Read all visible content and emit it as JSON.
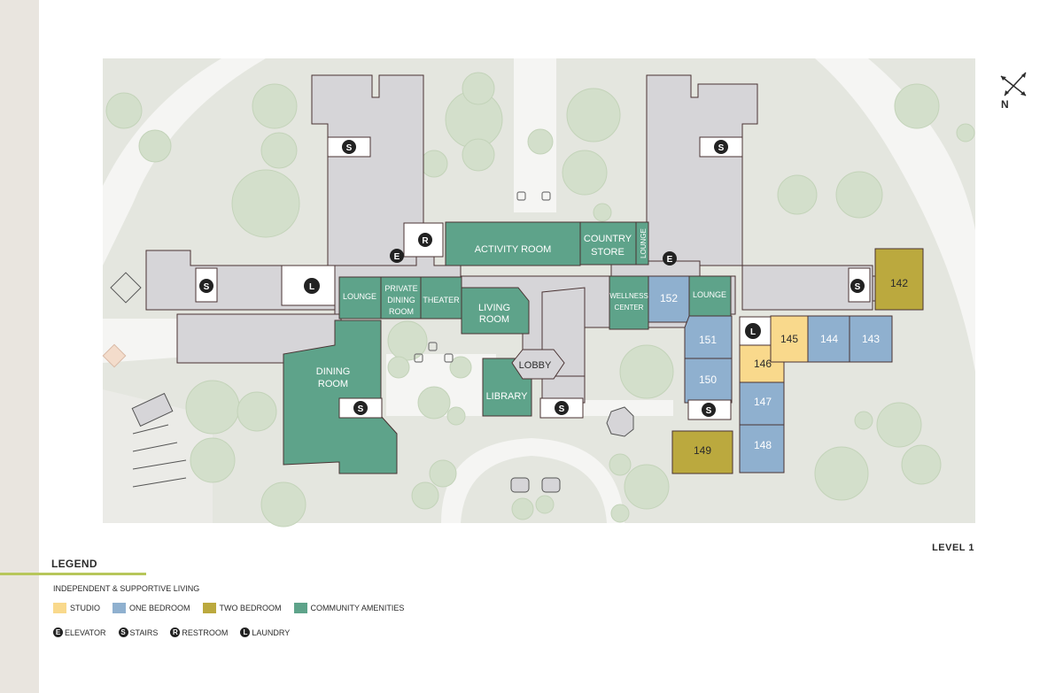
{
  "page": {
    "level_label": "LEVEL 1",
    "compass_label": "N"
  },
  "rooms": {
    "activity_room": "ACTIVITY ROOM",
    "country_store_1": "COUNTRY",
    "country_store_2": "STORE",
    "lounge_vertical": "LOUNGE",
    "lounge_west": "LOUNGE",
    "lounge_east": "LOUNGE",
    "private_dining_1": "PRIVATE",
    "private_dining_2": "DINING",
    "private_dining_3": "ROOM",
    "theater": "THEATER",
    "living_room_1": "LIVING",
    "living_room_2": "ROOM",
    "wellness_1": "WELLNESS",
    "wellness_2": "CENTER",
    "dining_room_1": "DINING",
    "dining_room_2": "ROOM",
    "library": "LIBRARY",
    "lobby": "LOBBY"
  },
  "units": {
    "u142": "142",
    "u143": "143",
    "u144": "144",
    "u145": "145",
    "u146": "146",
    "u147": "147",
    "u148": "148",
    "u149": "149",
    "u150": "150",
    "u151": "151",
    "u152": "152"
  },
  "symbols": {
    "elevator": "E",
    "stairs": "S",
    "restroom": "R",
    "laundry": "L"
  },
  "legend": {
    "title": "LEGEND",
    "subtitle": "INDEPENDENT & SUPPORTIVE LIVING",
    "unit_types": [
      {
        "label": "STUDIO",
        "color": "#f9d98c"
      },
      {
        "label": "ONE BEDROOM",
        "color": "#8fb0cf"
      },
      {
        "label": "TWO BEDROOM",
        "color": "#bba93e"
      },
      {
        "label": "COMMUNITY AMENITIES",
        "color": "#5ea38a"
      }
    ],
    "symbols": [
      {
        "letter": "E",
        "label": "ELEVATOR"
      },
      {
        "letter": "S",
        "label": "STAIRS"
      },
      {
        "letter": "R",
        "label": "RESTROOM"
      },
      {
        "letter": "L",
        "label": "LAUNDRY"
      }
    ]
  },
  "colors": {
    "lawn": "#e4e6df",
    "path": "#f5f5f3",
    "tree": "#d3dfcb",
    "building": "#d6d5d8",
    "amenity": "#5ea38a",
    "one_bedroom": "#8fb0cf",
    "studio": "#f9d98c",
    "two_bedroom": "#bba93e"
  }
}
